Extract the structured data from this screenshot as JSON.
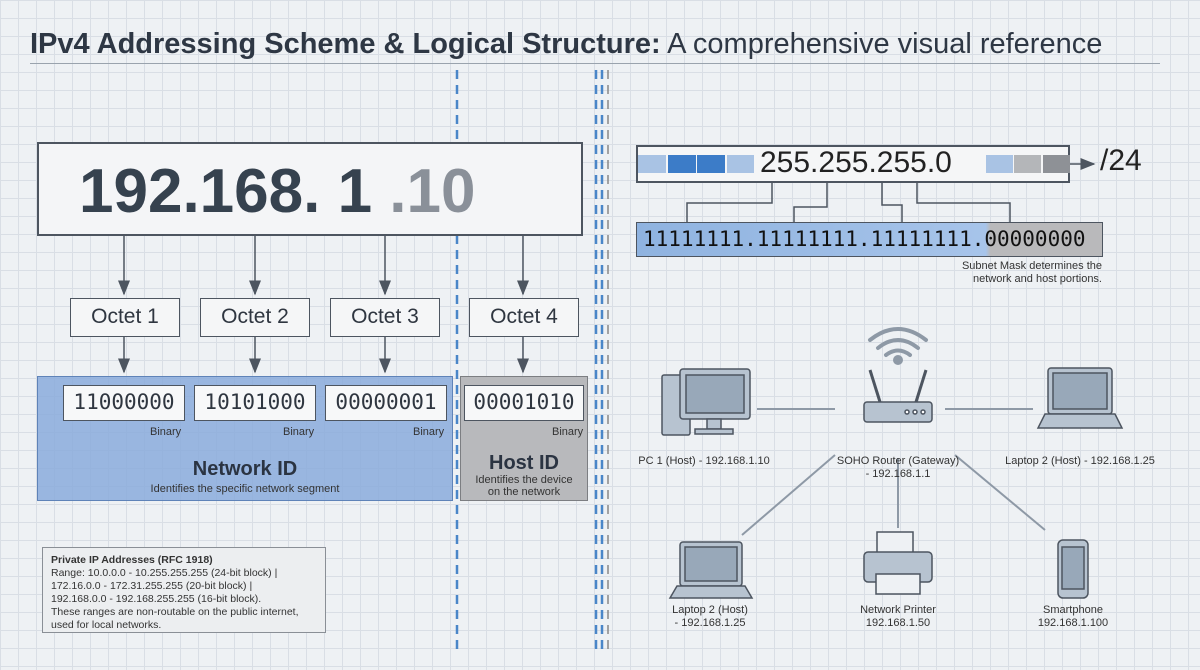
{
  "title": {
    "bold": "IPv4 Addressing Scheme & Logical Structure:",
    "rest": " A comprehensive visual reference"
  },
  "ip": {
    "network": "192.168. 1 ",
    "host": ".10"
  },
  "octets": [
    "Octet 1",
    "Octet 2",
    "Octet 3",
    "Octet 4"
  ],
  "binary": [
    "11000000",
    "10101000",
    "00000001",
    "00001010"
  ],
  "binary_label": "Binary",
  "network_id": {
    "title": "Network ID",
    "desc": "Identifies the specific network segment"
  },
  "host_id": {
    "title": "Host ID",
    "desc1": "Identifies the device",
    "desc2": "on the network"
  },
  "private": {
    "title": "Private IP Addresses (RFC 1918)",
    "lines": [
      "Range: 10.0.0.0 - 10.255.255.255 (24-bit block) |",
      "172.16.0.0 - 172.31.255.255 (20-bit block) |",
      "192.168.0.0 - 192.168.255.255 (16-bit block).",
      "These ranges are non-routable on the public internet,",
      "used for local networks."
    ]
  },
  "mask": {
    "dotted": "255.255.255.0",
    "cidr": "/24",
    "binary": "11111111.11111111.11111111.00000000",
    "note1": "Subnet Mask determines the",
    "note2": "network and host portions."
  },
  "devices": {
    "pc": "PC 1 (Host) - 192.168.1.10",
    "router1": "SOHO Router (Gateway)",
    "router2": "- 192.168.1.1",
    "laptop_top": "Laptop 2 (Host) - 192.168.1.25",
    "laptop_bottom1": "Laptop 2 (Host)",
    "laptop_bottom2": "- 192.168.1.25",
    "printer1": "Network Printer",
    "printer2": "192.168.1.50",
    "phone1": "Smartphone",
    "phone2": "192.168.1.100"
  },
  "colors": {
    "network": "#8aacdc",
    "host": "#b8b9bc",
    "divider": "#4a86c8"
  }
}
